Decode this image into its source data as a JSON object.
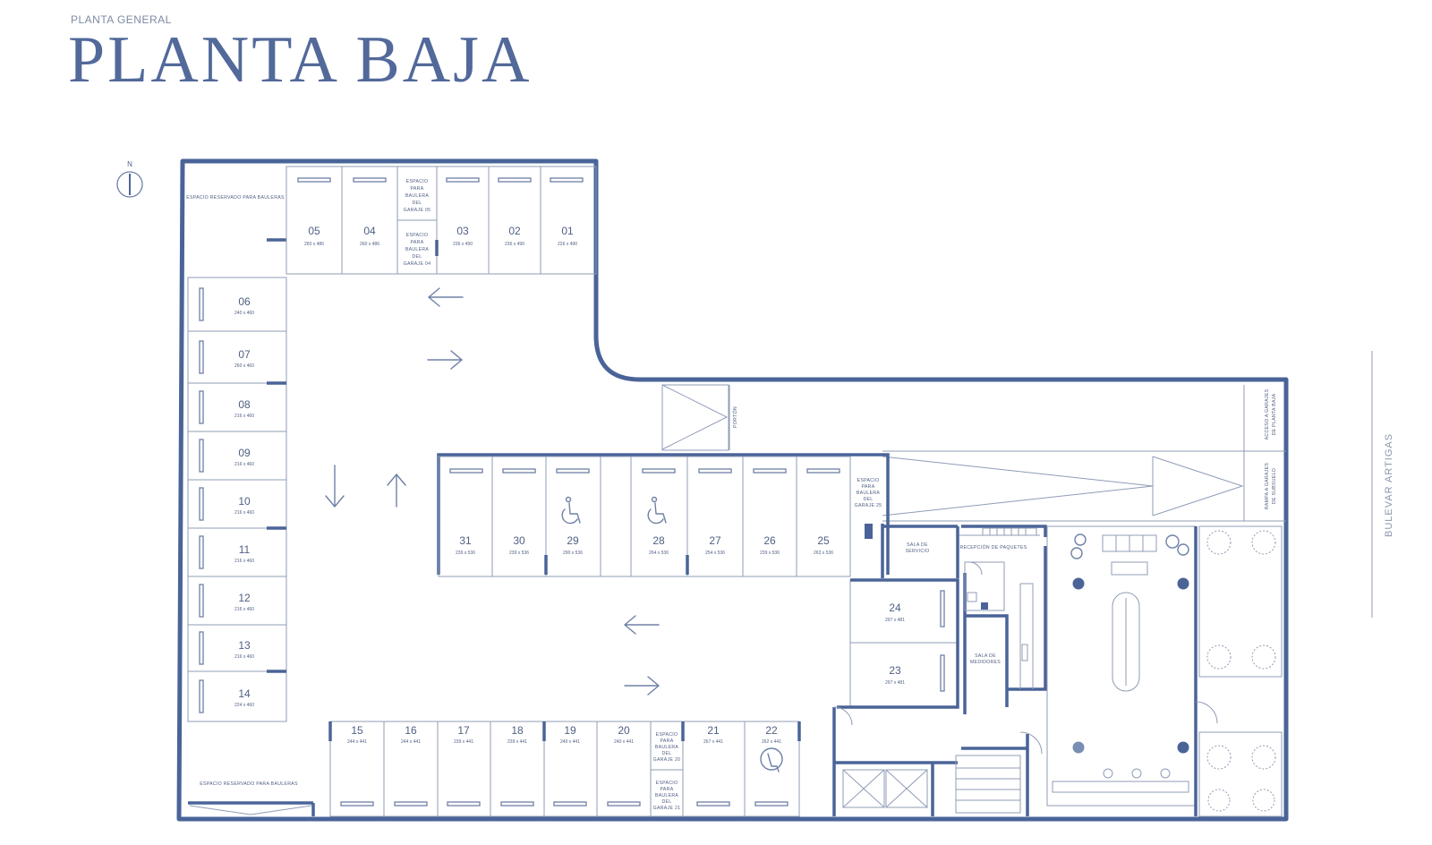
{
  "header": {
    "eyebrow": "PLANTA GENERAL",
    "title": "PLANTA BAJA"
  },
  "compass": {
    "label": "N"
  },
  "street": {
    "name": "BULEVAR ARTIGAS"
  },
  "spaces_top": [
    {
      "num": "05",
      "dim": "260 x 486"
    },
    {
      "num": "04",
      "dim": "260 x 486"
    },
    {
      "num": "03",
      "dim": "236 x 490"
    },
    {
      "num": "02",
      "dim": "236 x 490"
    },
    {
      "num": "01",
      "dim": "226 x 490"
    }
  ],
  "spaces_left": [
    {
      "num": "06",
      "dim": "240 x 460"
    },
    {
      "num": "07",
      "dim": "260 x 460"
    },
    {
      "num": "08",
      "dim": "216 x 460"
    },
    {
      "num": "09",
      "dim": "216 x 460"
    },
    {
      "num": "10",
      "dim": "216 x 460"
    },
    {
      "num": "11",
      "dim": "216 x 460"
    },
    {
      "num": "12",
      "dim": "216 x 460"
    },
    {
      "num": "13",
      "dim": "216 x 460"
    },
    {
      "num": "14",
      "dim": "224 x 460"
    }
  ],
  "spaces_middle": [
    {
      "num": "31",
      "dim": "239 x 536"
    },
    {
      "num": "30",
      "dim": "239 x 536"
    },
    {
      "num": "29",
      "dim": "290 x 536"
    },
    {
      "num": "28",
      "dim": "264 x 536"
    },
    {
      "num": "27",
      "dim": "254 x 536"
    },
    {
      "num": "26",
      "dim": "239 x 536"
    },
    {
      "num": "25",
      "dim": "263 x 536"
    }
  ],
  "spaces_bottom": [
    {
      "num": "15",
      "dim": "244 x 441"
    },
    {
      "num": "16",
      "dim": "244 x 441"
    },
    {
      "num": "17",
      "dim": "239 x 441"
    },
    {
      "num": "18",
      "dim": "239 x 441"
    },
    {
      "num": "19",
      "dim": "240 x 441"
    },
    {
      "num": "20",
      "dim": "240 x 441"
    },
    {
      "num": "21",
      "dim": "267 x 441"
    },
    {
      "num": "22",
      "dim": "262 x 441"
    }
  ],
  "spaces_right": [
    {
      "num": "24",
      "dim": "297 x 481"
    },
    {
      "num": "23",
      "dim": "297 x 481"
    }
  ],
  "labels": {
    "reserved_top": "ESPACIO RESERVADO PARA BAULERAS",
    "reserved_bottom": "ESPACIO RESERVADO PARA BAULERAS",
    "baulera_05": [
      "ESPACIO",
      "PARA",
      "BAULERA",
      "DEL",
      "GARAJE 05"
    ],
    "baulera_04": [
      "ESPACIO",
      "PARA",
      "BAULERA",
      "DEL",
      "GARAJE 04"
    ],
    "baulera_25": [
      "ESPACIO",
      "PARA",
      "BAULERA",
      "DEL",
      "GARAJE 25"
    ],
    "baulera_20": [
      "ESPACIO",
      "PARA",
      "BAULERA",
      "DEL",
      "GARAJE 20"
    ],
    "baulera_21": [
      "ESPACIO",
      "PARA",
      "BAULERA",
      "DEL",
      "GARAJE 21"
    ],
    "porton": "PORTÓN",
    "sala_servicio": [
      "SALA DE",
      "SERVICIO"
    ],
    "recepcion": "RECEPCIÓN DE PAQUETES",
    "sala_medidores": [
      "SALA DE",
      "MEDIDORES"
    ],
    "acceso_garajes": [
      "ACCESO A GARAJES",
      "DE PLANTA BAJA"
    ],
    "rampa_garajes": [
      "RAMPA A GARAJES",
      "DE SUBSUELO"
    ]
  },
  "colors": {
    "wall": "#4a6498",
    "line": "#8f9cb6",
    "title": "#52699a"
  }
}
